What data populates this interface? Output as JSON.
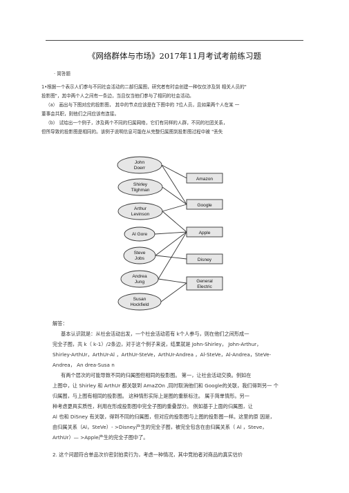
{
  "doc": {
    "title": "《网络群体与市场》2017年11月考试考前练习题",
    "section": "· 简答题",
    "q1": [
      "1•根据一个表示人们参与不同社会活动的二部归属图，研究者有时会创建一种仅仅涉及到  相关人员的\"",
      "投影图\"，其中两个人之间有一条边，当且仅当他们参与了相同的社会活动。",
      "（a）  画出与下图对应的投影图，  其中的节点应该是在下图中的  7位人员，且如果两个人在某  一",
      "董事会共职，则他们之间应该有连接。",
      "（b）  试给出一个例子，涉及两个不同的归属网络，它们有同样的人群，不同的社团关系，",
      "但所导致的投影图是相同的。该例子说明信息可能在从完整归属图到投影图过程中被              \"丢失"
    ],
    "people": [
      "John Doerr",
      "Shirley Tilghman",
      "Arthur Levinson",
      "Al Gore",
      "Steve Jobs",
      "Andrea Jung",
      "Susan Hockfield"
    ],
    "companies": [
      "Amazon",
      "Google",
      "Apple",
      "Disney",
      "General Electric"
    ],
    "answer_label": "解答：",
    "answer": [
      "基本认识就是：从社会活动出发，一个社会活动若有          k个人参与，则在他们之间形成一",
      "完全子图，共  k（  k-1）/2条边，对于这个例子来说，结果就是         John-Shirley，  John-Arthur，",
      "Shirley-ArthUr，ArthUr-Al  ，ArthUr-SteVe，ArthUr-Andrea  ，Al-SteVe，Al-Andrea，SteVe-",
      "Andrea，  An drea-Susa n",
      "有两个层次的可能导致不同的归属图但相同的投影图。        第一，让社会活动交换。例如在",
      "上图中，让 Shirley 和 ArthUr 都关联到 AmaZOn ,同时取消他们和  Google的关联，我们得到另一 个",
      "归属图，与上图有相同的投影图。        这种情形实际上是图的重新标注。        属于简单情形。另一",
      "种考虑更具实质性，利用在形成投影图中完全子图的重叠部分。          例如基于上面的归属图，让",
      "Al 也和 DiSney 有关联，得到不同的归属图，但对应的投影图与上图的投影图一样。这里的原  因是，",
      "由归属关系（Al，SteVe）- >Disney产生的完全子图，被完全包含在由归属关系（  Al  ，Steve，",
      "ArthUr）—  >Apple产生的完全子图中了。"
    ],
    "q2": "2. 这个问题符合单品次价密封拍卖行为，考虑一种情况，其中竞拍者对商品的真实估价"
  }
}
